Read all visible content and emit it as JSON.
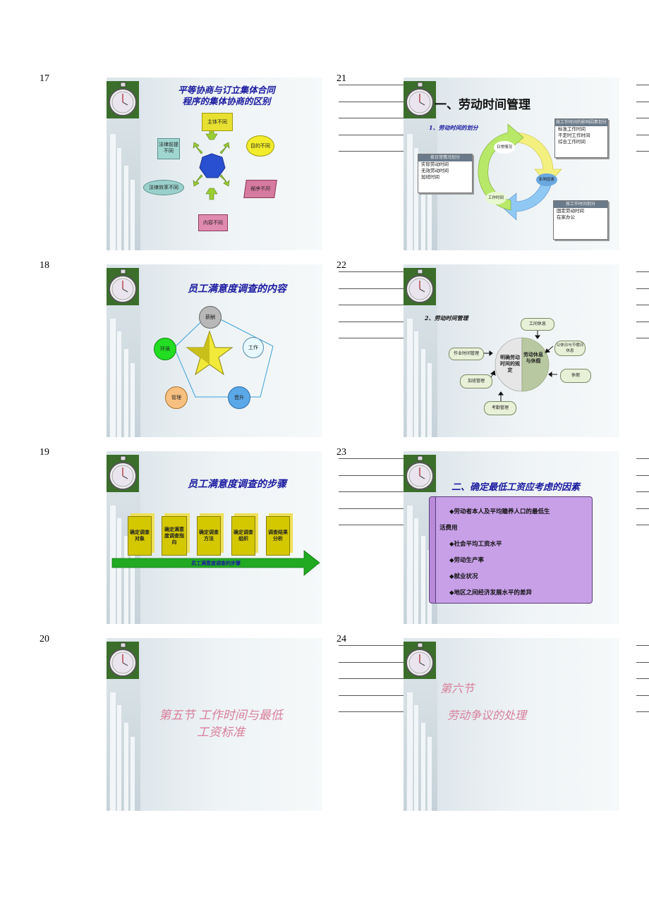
{
  "slides": [
    {
      "number": "17",
      "title_l1": "平等协商与订立集体合同",
      "title_l2": "程序的集体协商的区别",
      "center_boxes": [
        "主体不同",
        "目的不同",
        "程序不同",
        "内容不同",
        "法律效率不同",
        "法律前提不同"
      ]
    },
    {
      "number": "18",
      "title": "员工满意度调查的内容",
      "nodes": [
        "薪酬",
        "工作",
        "晋升",
        "管理",
        "环境"
      ]
    },
    {
      "number": "19",
      "title": "员工满意度调查的步骤",
      "steps": [
        "确定调查对象",
        "确定满意度调查指向",
        "确定调查方法",
        "确定调查组织",
        "调查结果分析"
      ],
      "arrow_label": "员工满意度调查的步骤"
    },
    {
      "number": "20",
      "title_l1": "第五节 工作时间与最低",
      "title_l2": "工资标准"
    },
    {
      "number": "21",
      "title": "一、劳动时间管理",
      "subtitle": "1、劳动时间的划分",
      "box_top_title": "按工作时间的影响因素划分",
      "box_top_items": [
        "标准工作时间",
        "不定时工作时间",
        "综合工作时间"
      ],
      "box_left_title": "按日常情况划分",
      "box_left_items": [
        "实际劳动时间",
        "无效劳动时间",
        "加班时间"
      ],
      "box_bottom_title": "按工作时间划分",
      "box_bottom_items": [
        "固定劳动时间",
        "在家办公"
      ],
      "cycle_labels": [
        "日常情况",
        "影响因素",
        "工作时间"
      ]
    },
    {
      "number": "22",
      "subtitle": "2、劳动时间管理",
      "center_left": "明确劳动时间的规定",
      "center_right": "劳动休息与休假",
      "items": [
        "工间休息",
        "公休日与节假日休息",
        "休假",
        "考勤管理",
        "加班管理",
        "作业时间管理"
      ]
    },
    {
      "number": "23",
      "title": "二、确定最低工资应考虑的因素",
      "bullets": [
        "◆劳动者本人及平均赡养人口的最低生",
        "活费用",
        "◆社会平均工资水平",
        "◆劳动生产率",
        "◆就业状况",
        "◆地区之间经济发展水平的差异"
      ]
    },
    {
      "number": "24",
      "title_l1": "第六节",
      "title_l2": "劳动争议的处理"
    }
  ],
  "colors": {
    "title_blue": "#1a1aa0",
    "pink_text": "#d87f9a",
    "watch_bg": "#3a6e2a",
    "arrow_green": "#22aa22",
    "scroll_purple": "#c8a0e8"
  },
  "icons": [
    "stopwatch-icon"
  ]
}
